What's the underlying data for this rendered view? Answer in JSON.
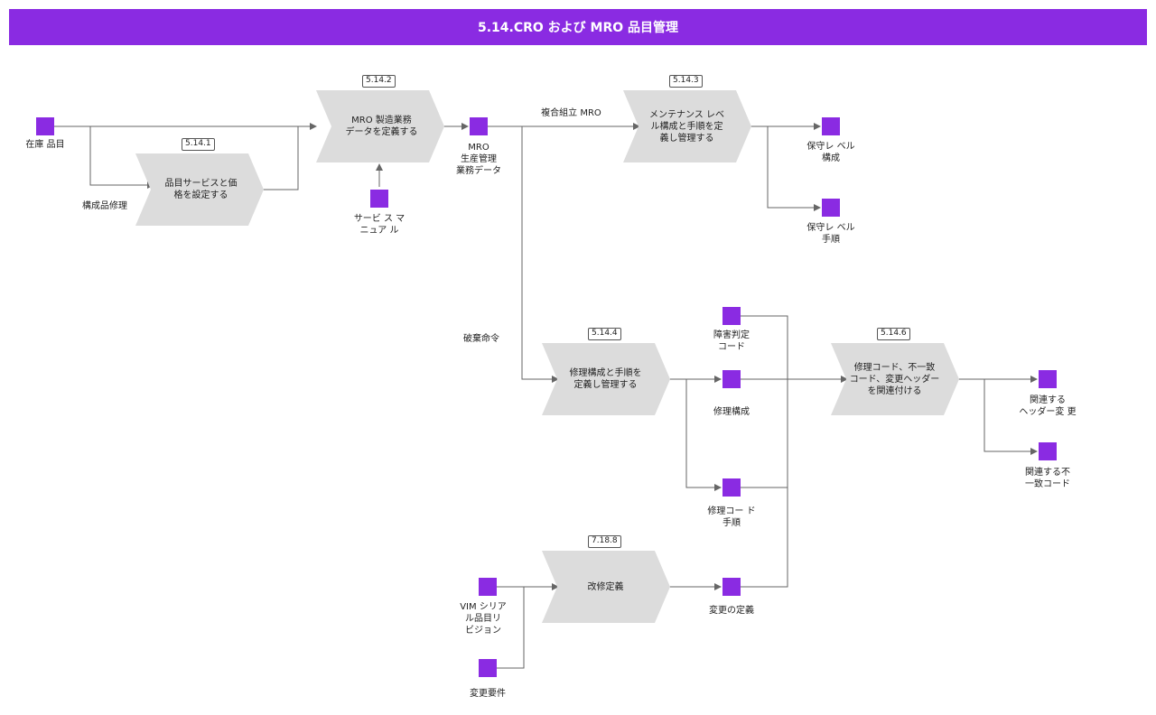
{
  "title": "5.14.CRO および MRO 品目管理",
  "colors": {
    "accent": "#8a2be2",
    "process_fill": "#dcdcdc",
    "line": "#666666"
  },
  "processes": {
    "p5141": {
      "id": "5.14.1",
      "label": "品目サービスと価\n格を設定する"
    },
    "p5142": {
      "id": "5.14.2",
      "label": "MRO 製造業務\nデータを定義する"
    },
    "p5143": {
      "id": "5.14.3",
      "label": "メンテナンス レベ\nル構成と手順を定\n義し管理する"
    },
    "p5144": {
      "id": "5.14.4",
      "label": "修理構成と手順を\n定義し管理する"
    },
    "p5146": {
      "id": "5.14.6",
      "label": "修理コード、不一致\nコード、変更ヘッダー\nを関連付ける"
    },
    "p7188": {
      "id": "7.18.8",
      "label": "改修定義"
    }
  },
  "objects": {
    "inventory_item": "在庫 品目",
    "service_manual": "サービ ス マ\nニュア ル",
    "mro_data": "MRO\n生産管理\n業務データ",
    "maint_level_config": "保守レ ベル\n構成",
    "maint_level_proc": "保守レ ベル\n手順",
    "failure_code": "障害判定\nコード",
    "repair_config": "修理構成",
    "repair_code_proc": "修理コー ド\n手順",
    "change_def": "変更の定義",
    "vim_serial": "VIM シリア\nル品目リ\nビジョン",
    "change_req": "変更要件",
    "related_header": "関連する\nヘッダー変 更",
    "related_mismatch": "関連する不\n一致コード"
  },
  "edge_labels": {
    "component_repair": "構成品修理",
    "compound_assembly": "複合組立 MRO",
    "scrap_order": "破棄命令"
  }
}
